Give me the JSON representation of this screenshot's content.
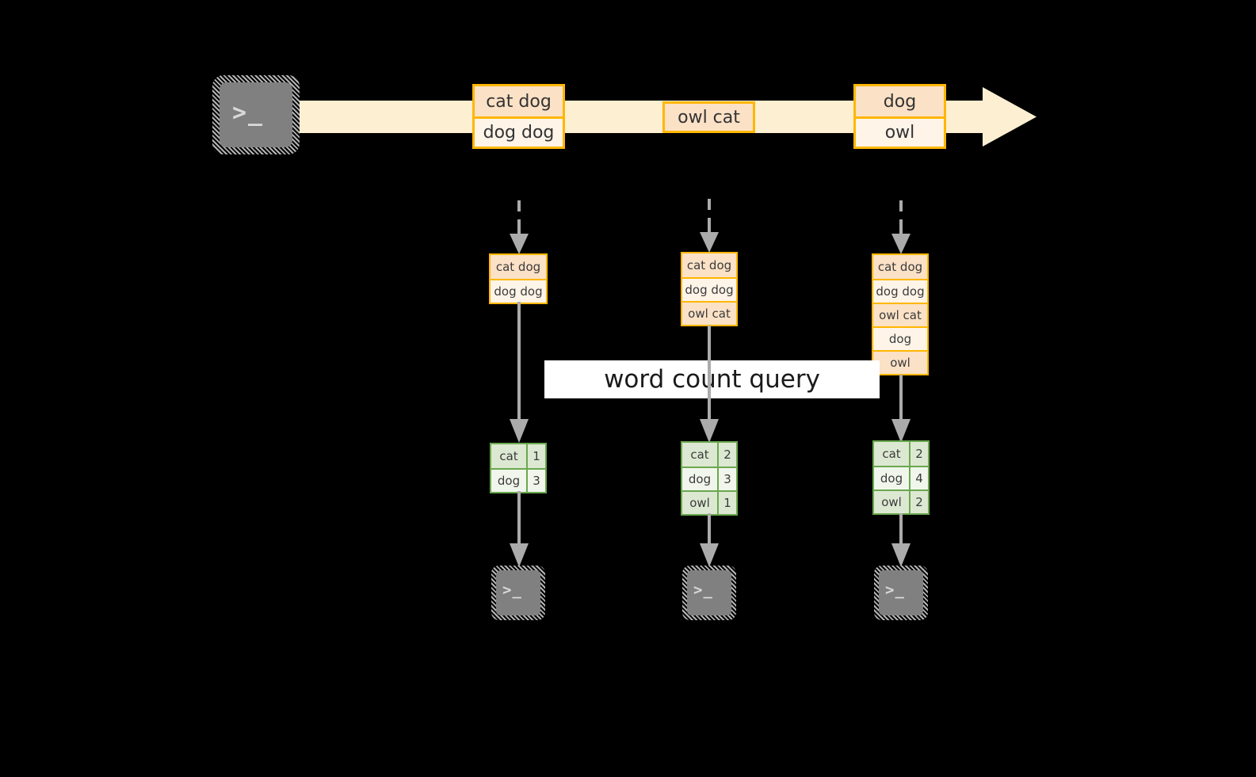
{
  "diagram": {
    "title_label": "word count query",
    "colors": {
      "background": "#000000",
      "stream_fill": "#FCEFD2",
      "box_border": "#FFB700",
      "box_fill_dark": "#FBE1C6",
      "box_fill_light": "#FEF4E8",
      "table_border_green": "#6AA84F",
      "table_fill_green_dark": "#DDE8D2",
      "table_fill_green_light": "#F1F6EC",
      "arrow_gray": "#ABABAB",
      "terminal_gray": "#808080",
      "label_bg": "#FFFFFF",
      "text": "#333333"
    },
    "source": {
      "icon": "terminal-icon",
      "glyph": ">_"
    },
    "stream": {
      "icon": "stream-arrow-icon",
      "events": [
        {
          "name": "event-group-1",
          "lines": [
            "cat dog",
            "dog dog"
          ]
        },
        {
          "name": "event-group-2",
          "lines": [
            "owl cat"
          ]
        },
        {
          "name": "event-group-3",
          "lines": [
            "dog",
            "owl"
          ]
        }
      ]
    },
    "snapshots": [
      {
        "name": "snapshot-1",
        "input_rows": [
          "cat dog",
          "dog dog"
        ],
        "result_rows": [
          {
            "word": "cat",
            "count": "1"
          },
          {
            "word": "dog",
            "count": "3"
          }
        ],
        "sink": {
          "icon": "terminal-icon",
          "glyph": ">_"
        }
      },
      {
        "name": "snapshot-2",
        "input_rows": [
          "cat dog",
          "dog dog",
          "owl cat"
        ],
        "result_rows": [
          {
            "word": "cat",
            "count": "2"
          },
          {
            "word": "dog",
            "count": "3"
          },
          {
            "word": "owl",
            "count": "1"
          }
        ],
        "sink": {
          "icon": "terminal-icon",
          "glyph": ">_"
        }
      },
      {
        "name": "snapshot-3",
        "input_rows": [
          "cat dog",
          "dog dog",
          "owl cat",
          "dog",
          "owl"
        ],
        "result_rows": [
          {
            "word": "cat",
            "count": "2"
          },
          {
            "word": "dog",
            "count": "4"
          },
          {
            "word": "owl",
            "count": "2"
          }
        ],
        "sink": {
          "icon": "terminal-icon",
          "glyph": ">_"
        }
      }
    ]
  }
}
